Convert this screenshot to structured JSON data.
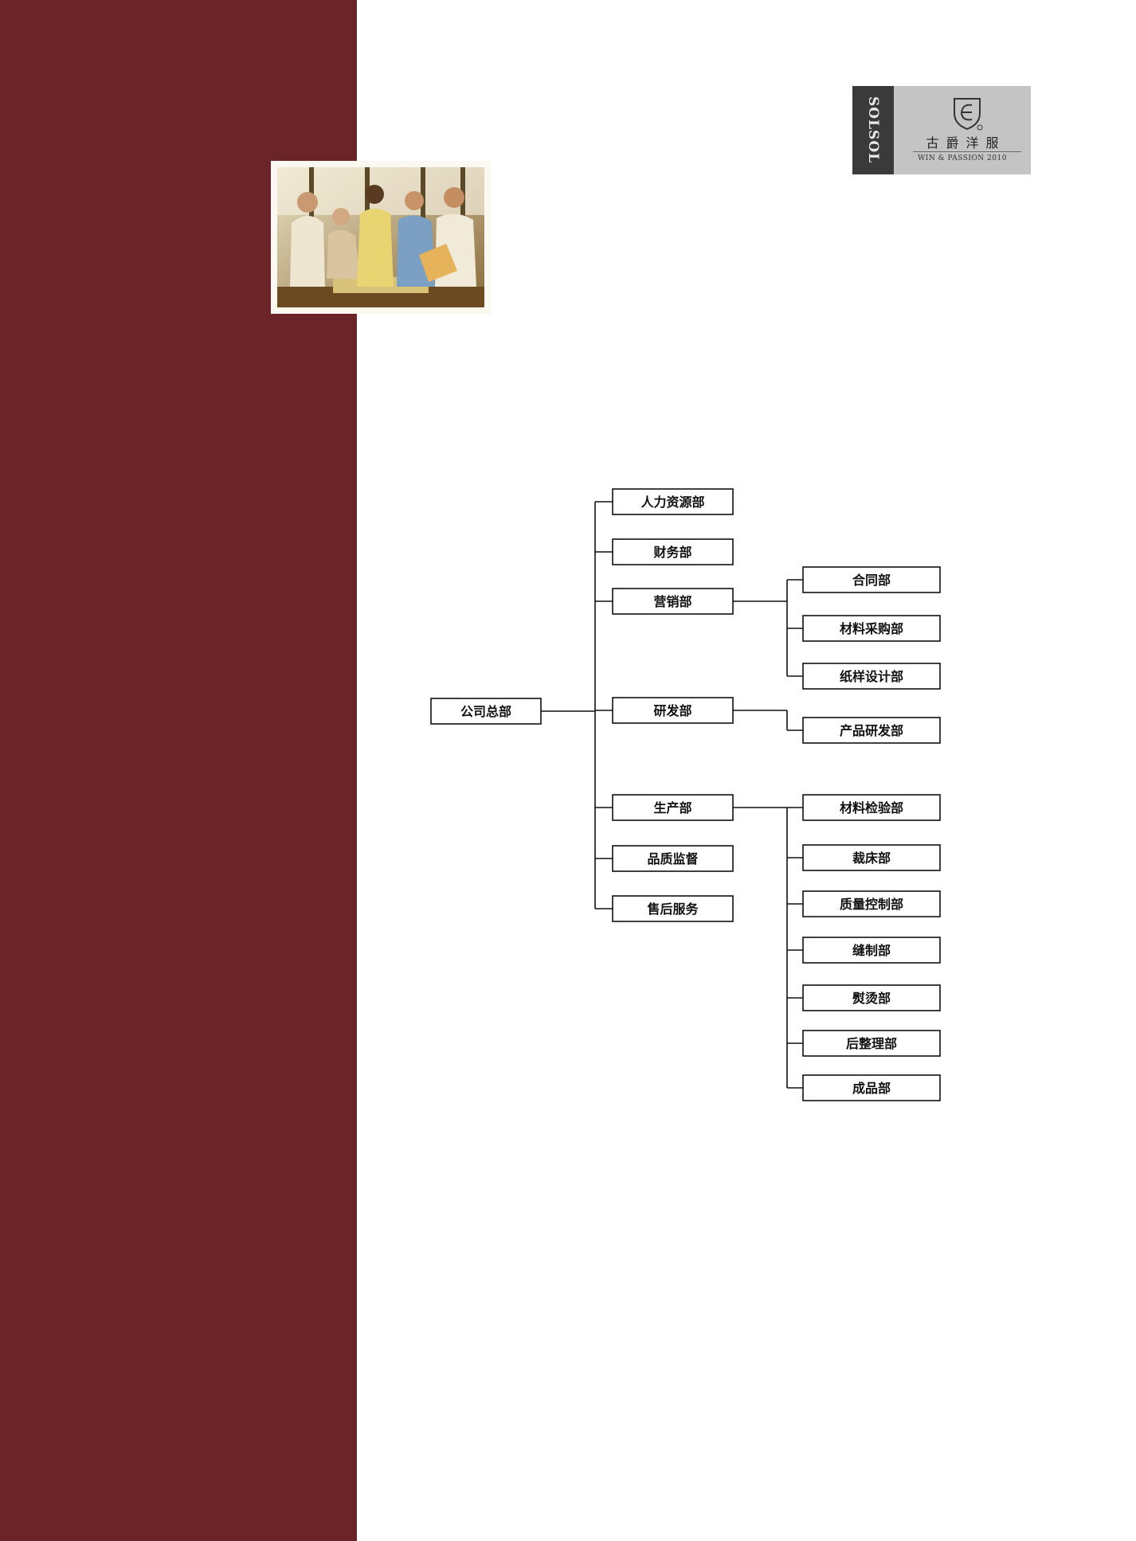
{
  "colors": {
    "sidebar": "#6b2528",
    "logo_bg": "#c4c4c4",
    "logo_strip": "#3a3a3a"
  },
  "logo": {
    "brand_vertical": "SOLSOL",
    "chinese_name": "古爵洋服",
    "tagline": "WIN & PASSION 2010",
    "icon": "crest-icon"
  },
  "photo": {
    "icon": "business-team-photo"
  },
  "org_chart": {
    "root": "公司总部",
    "departments": [
      {
        "label": "人力资源部"
      },
      {
        "label": "财务部"
      },
      {
        "label": "营销部",
        "children": [
          "合同部",
          "材料采购部",
          "纸样设计部"
        ]
      },
      {
        "label": "研发部",
        "children": [
          "产品研发部"
        ]
      },
      {
        "label": "生产部",
        "children": [
          "材料检验部",
          "裁床部",
          "质量控制部",
          "缝制部",
          "熨烫部",
          "后整理部",
          "成品部"
        ]
      },
      {
        "label": "品质监督"
      },
      {
        "label": "售后服务"
      }
    ]
  }
}
